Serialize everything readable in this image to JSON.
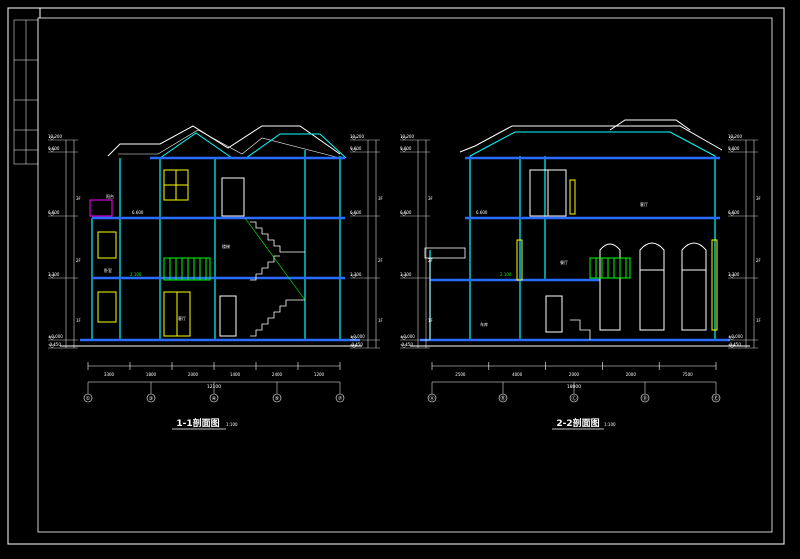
{
  "drawing": {
    "colors": {
      "background": "#000000",
      "frame": "#ffffff",
      "wall": "#00ffff",
      "structure": "#2a6cff",
      "railing": "#00ff00",
      "window": "#ffff00",
      "label": "#ffffff",
      "annotation": "#00ff00",
      "stair": "#ffffff",
      "highlight": "#ff00ff"
    },
    "section_1": {
      "title": "1-1剖面图",
      "scale": "1:100",
      "axes": [
        "①",
        "③",
        "④",
        "⑤",
        "⑦"
      ],
      "span_dims": [
        "3300",
        "1800",
        "2000",
        "1400",
        "2400",
        "1200"
      ],
      "total_dim": "12100",
      "level_labels": [
        "10.200",
        "9.600",
        "6.600",
        "3.300",
        "±0.000",
        "-0.450"
      ],
      "floor_tags": [
        "3F",
        "2F",
        "1F"
      ],
      "room_labels": [
        "阳台",
        "卧室",
        "楼梯",
        "客厅"
      ],
      "misc_labels": [
        "6.600",
        "2.100"
      ]
    },
    "section_2": {
      "title": "2-2剖面图",
      "scale": "1:100",
      "axes": [
        "Ⓐ",
        "Ⓑ",
        "Ⓒ",
        "Ⓓ",
        "Ⓔ"
      ],
      "span_dims": [
        "2500",
        "4000",
        "2000",
        "2000",
        "7500"
      ],
      "total_dim": "18000",
      "level_labels": [
        "10.200",
        "9.000",
        "6.600",
        "3.300",
        "±0.000",
        "-0.450"
      ],
      "floor_tags": [
        "3F",
        "2F",
        "1F"
      ],
      "room_labels": [
        "客厅",
        "餐厅",
        "车库"
      ],
      "misc_labels": [
        "6.600",
        "2.100"
      ]
    }
  }
}
